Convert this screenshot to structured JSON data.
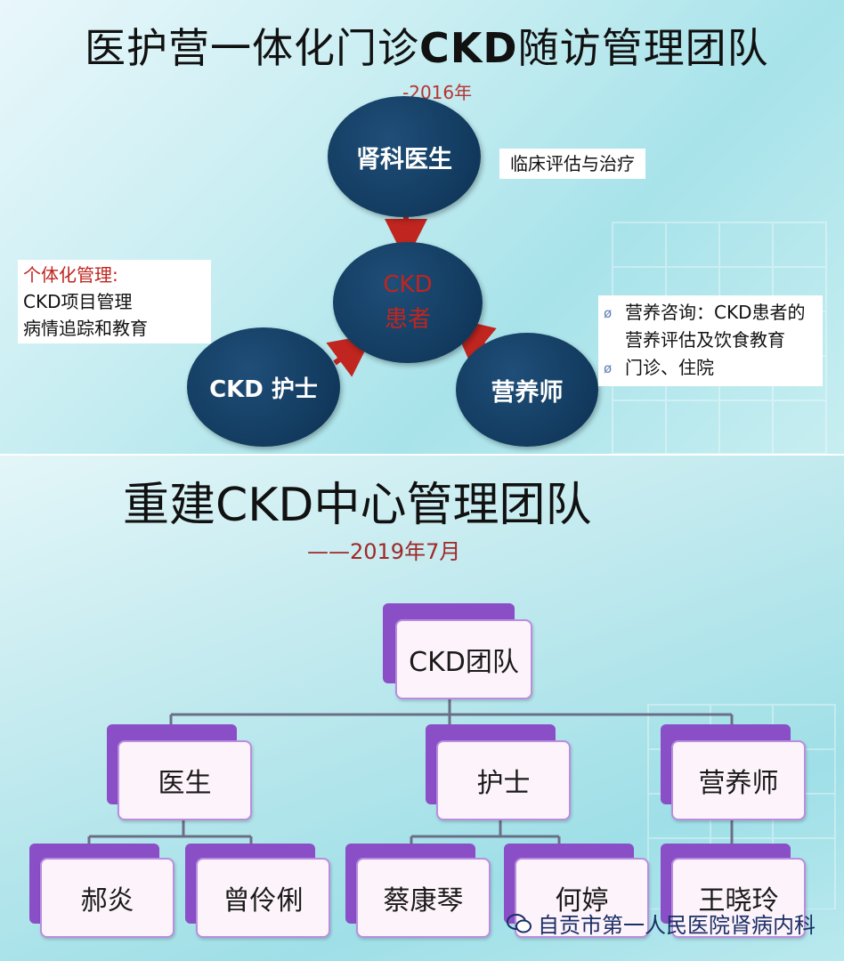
{
  "top": {
    "title_pre": "医护营一体化门诊",
    "title_ckd": "CKD",
    "title_post": "随访管理团队",
    "date": "-2016年",
    "nodes": {
      "doctor": "肾科医生",
      "patient": "CKD 患者",
      "nurse": "CKD 护士",
      "nutritionist": "营养师"
    },
    "clinical_box": "临床评估与治疗",
    "individual_box": {
      "heading": "个体化管理:",
      "lines": [
        "CKD项目管理",
        "病情追踪和教育"
      ]
    },
    "nutrition_box": {
      "items": [
        "营养咨询：CKD患者的营养评估及饮食教育",
        "门诊、住院"
      ]
    }
  },
  "bottom": {
    "title": "重建CKD中心管理团队",
    "date": "——2019年7月",
    "org": {
      "root": "CKD团队",
      "groups": [
        {
          "label": "医生",
          "members": [
            "郝炎",
            "曾伶俐"
          ]
        },
        {
          "label": "护士",
          "members": [
            "蔡康琴",
            "何婷"
          ]
        },
        {
          "label": "营养师",
          "members": [
            "王晓玲"
          ]
        }
      ]
    }
  },
  "watermark": "自贡市第一人民医院肾病内科",
  "colors": {
    "circle": "#123a5e",
    "arrow": "#c0251f",
    "node_back": "#8a4fc6",
    "node_front": "#fdf3fa"
  }
}
